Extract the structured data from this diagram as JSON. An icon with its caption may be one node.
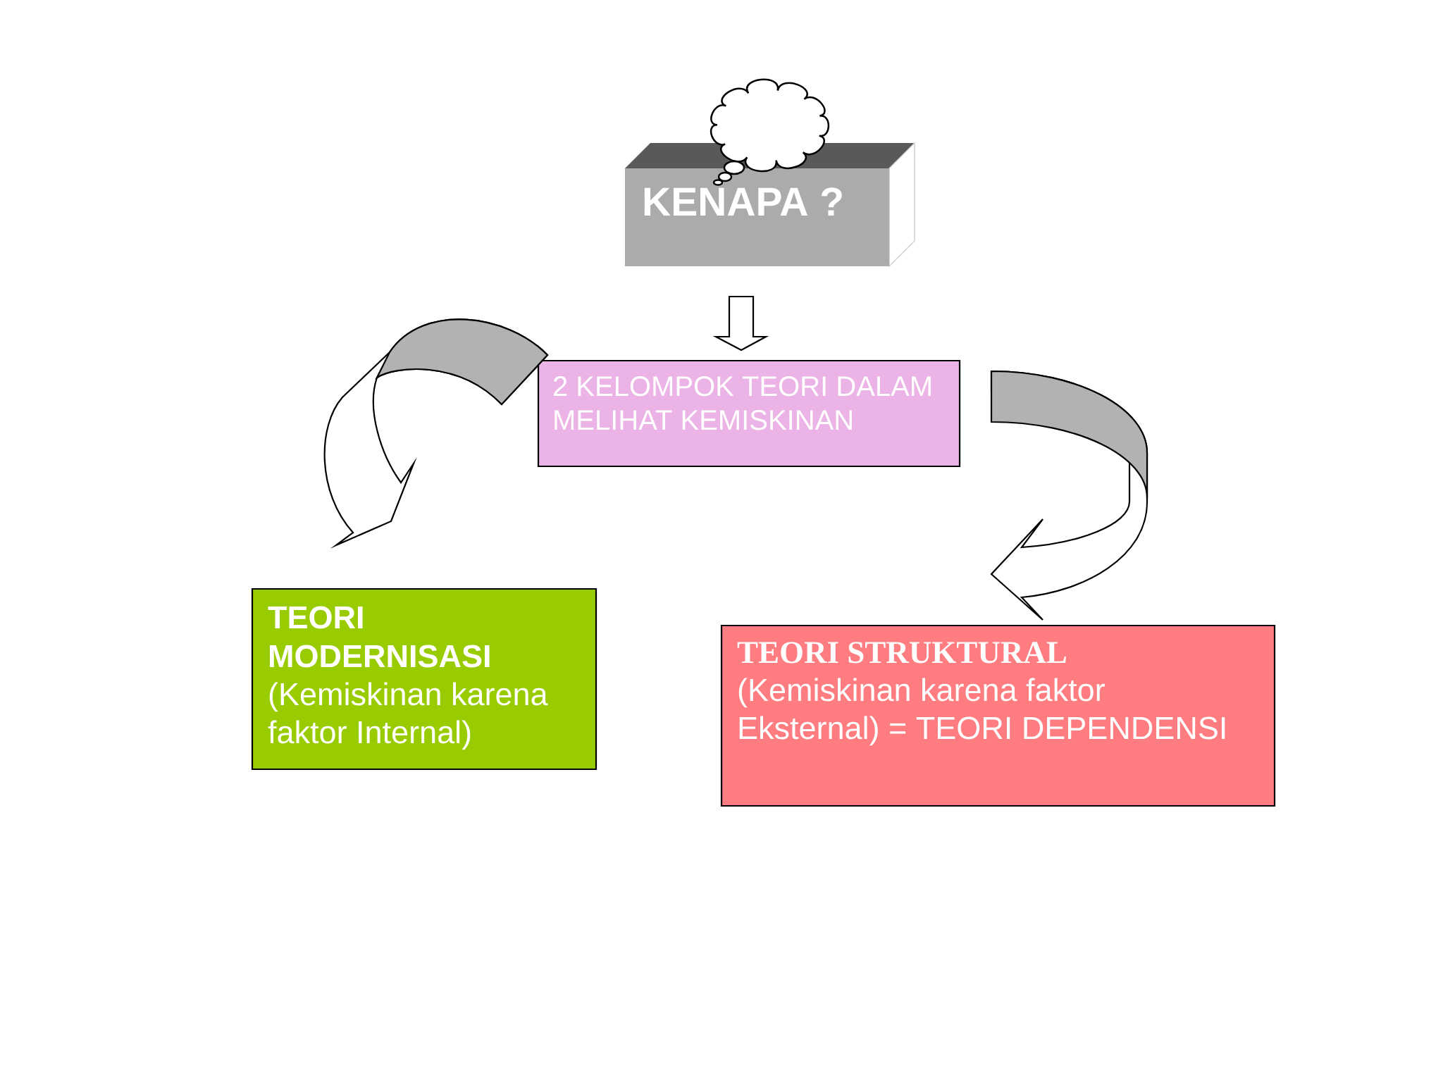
{
  "diagram": {
    "nodes": [
      {
        "text": [
          "KENAPA ?"
        ]
      },
      {
        "text": [
          "2 KELOMPOK TEORI DALAM MELIHAT KEMISKINAN"
        ]
      },
      {
        "text": [
          "TEORI MODERNISASI",
          "(Kemiskinan karena faktor Internal)"
        ]
      },
      {
        "text": [
          "TEORI STRUKTURAL",
          "(Kemiskinan karena faktor Eksternal) = TEORI DEPENDENSI"
        ]
      }
    ],
    "edges": [
      {
        "from": 0,
        "to": 1,
        "arrow": "to"
      },
      {
        "from": 1,
        "to": 2,
        "arrow": "to"
      },
      {
        "from": 1,
        "to": 3,
        "arrow": "to"
      }
    ]
  }
}
